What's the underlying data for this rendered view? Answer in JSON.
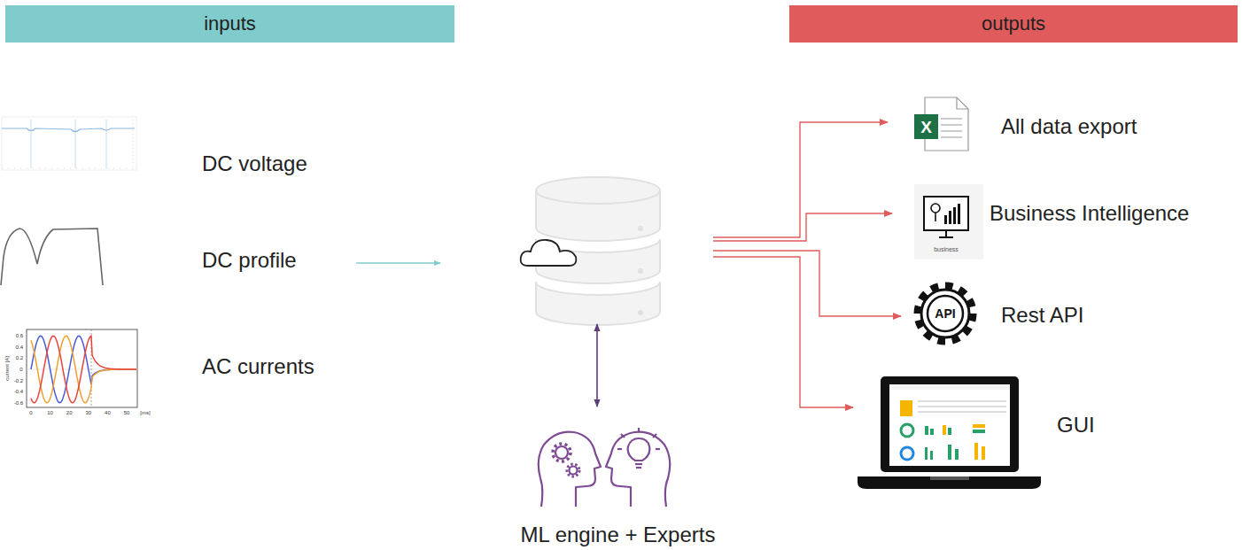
{
  "diagram": {
    "nodes": [
      {
        "text": [
          "inputs"
        ]
      },
      {
        "text": [
          "outputs"
        ]
      },
      {
        "text": [
          "DC voltage"
        ]
      },
      {
        "text": [
          "DC profile"
        ]
      },
      {
        "text": [
          "AC currents"
        ]
      },
      {
        "text": []
      },
      {
        "text": [
          "ML engine + Experts"
        ]
      },
      {
        "text": [
          "All data export"
        ]
      },
      {
        "text": [
          "Business Intelligence"
        ]
      },
      {
        "text": [
          "Rest API"
        ]
      },
      {
        "text": [
          "GUI"
        ]
      }
    ],
    "edges": [
      {
        "from": 3,
        "to": 5,
        "arrow": "to"
      },
      {
        "from": 5,
        "to": 7,
        "arrow": "to"
      },
      {
        "from": 5,
        "to": 8,
        "arrow": "to"
      },
      {
        "from": 5,
        "to": 9,
        "arrow": "to"
      },
      {
        "from": 5,
        "to": 10,
        "arrow": "to"
      },
      {
        "from": 5,
        "to": 6,
        "arrow": "both"
      }
    ],
    "labels": [
      "X",
      "business",
      "API",
      "0.6",
      "0.4",
      "0.2",
      "0",
      "-0.2",
      "-0.4",
      "-0.6",
      "0",
      "10",
      "20",
      "30",
      "40",
      "50",
      "[ms]",
      "current [A]"
    ]
  }
}
